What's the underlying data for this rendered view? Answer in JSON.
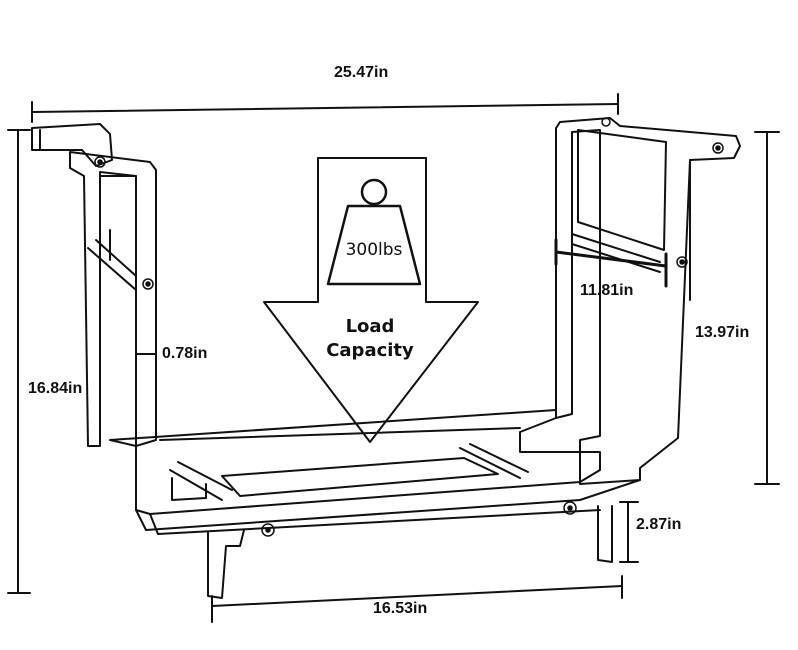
{
  "dimensions": {
    "top_width": "25.47in",
    "total_height": "16.84in",
    "frame_height": "13.97in",
    "rail_thickness": "0.78in",
    "bracket_depth": "11.81in",
    "foot_height": "2.87in",
    "base_width": "16.53in"
  },
  "load": {
    "weight": "300lbs",
    "label_line1": "Load",
    "label_line2": "Capacity"
  }
}
